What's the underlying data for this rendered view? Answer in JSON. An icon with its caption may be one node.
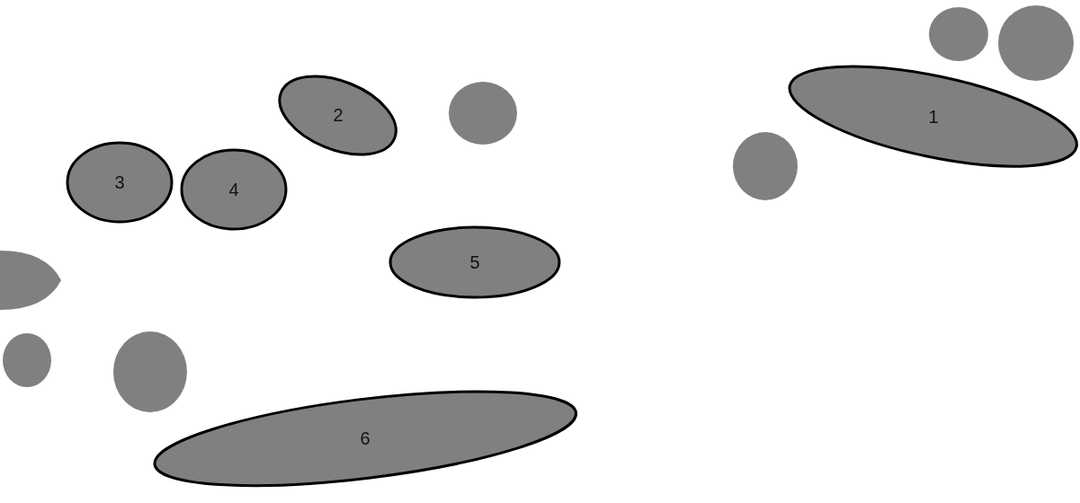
{
  "diagram": {
    "nodes": [
      {
        "text": [
          "1"
        ]
      },
      {
        "text": [
          "2"
        ]
      },
      {
        "text": [
          "3"
        ]
      },
      {
        "text": [
          "4"
        ]
      },
      {
        "text": [
          "5"
        ]
      },
      {
        "text": [
          "6"
        ]
      },
      {
        "text": [],
        "shape": "circle"
      },
      {
        "text": [],
        "shape": "circle"
      },
      {
        "text": [],
        "shape": "circle"
      },
      {
        "text": [],
        "shape": "circle"
      },
      {
        "text": [],
        "shape": "circle"
      },
      {
        "text": [],
        "shape": "circle"
      },
      {
        "text": [],
        "shape": "circle"
      }
    ]
  }
}
